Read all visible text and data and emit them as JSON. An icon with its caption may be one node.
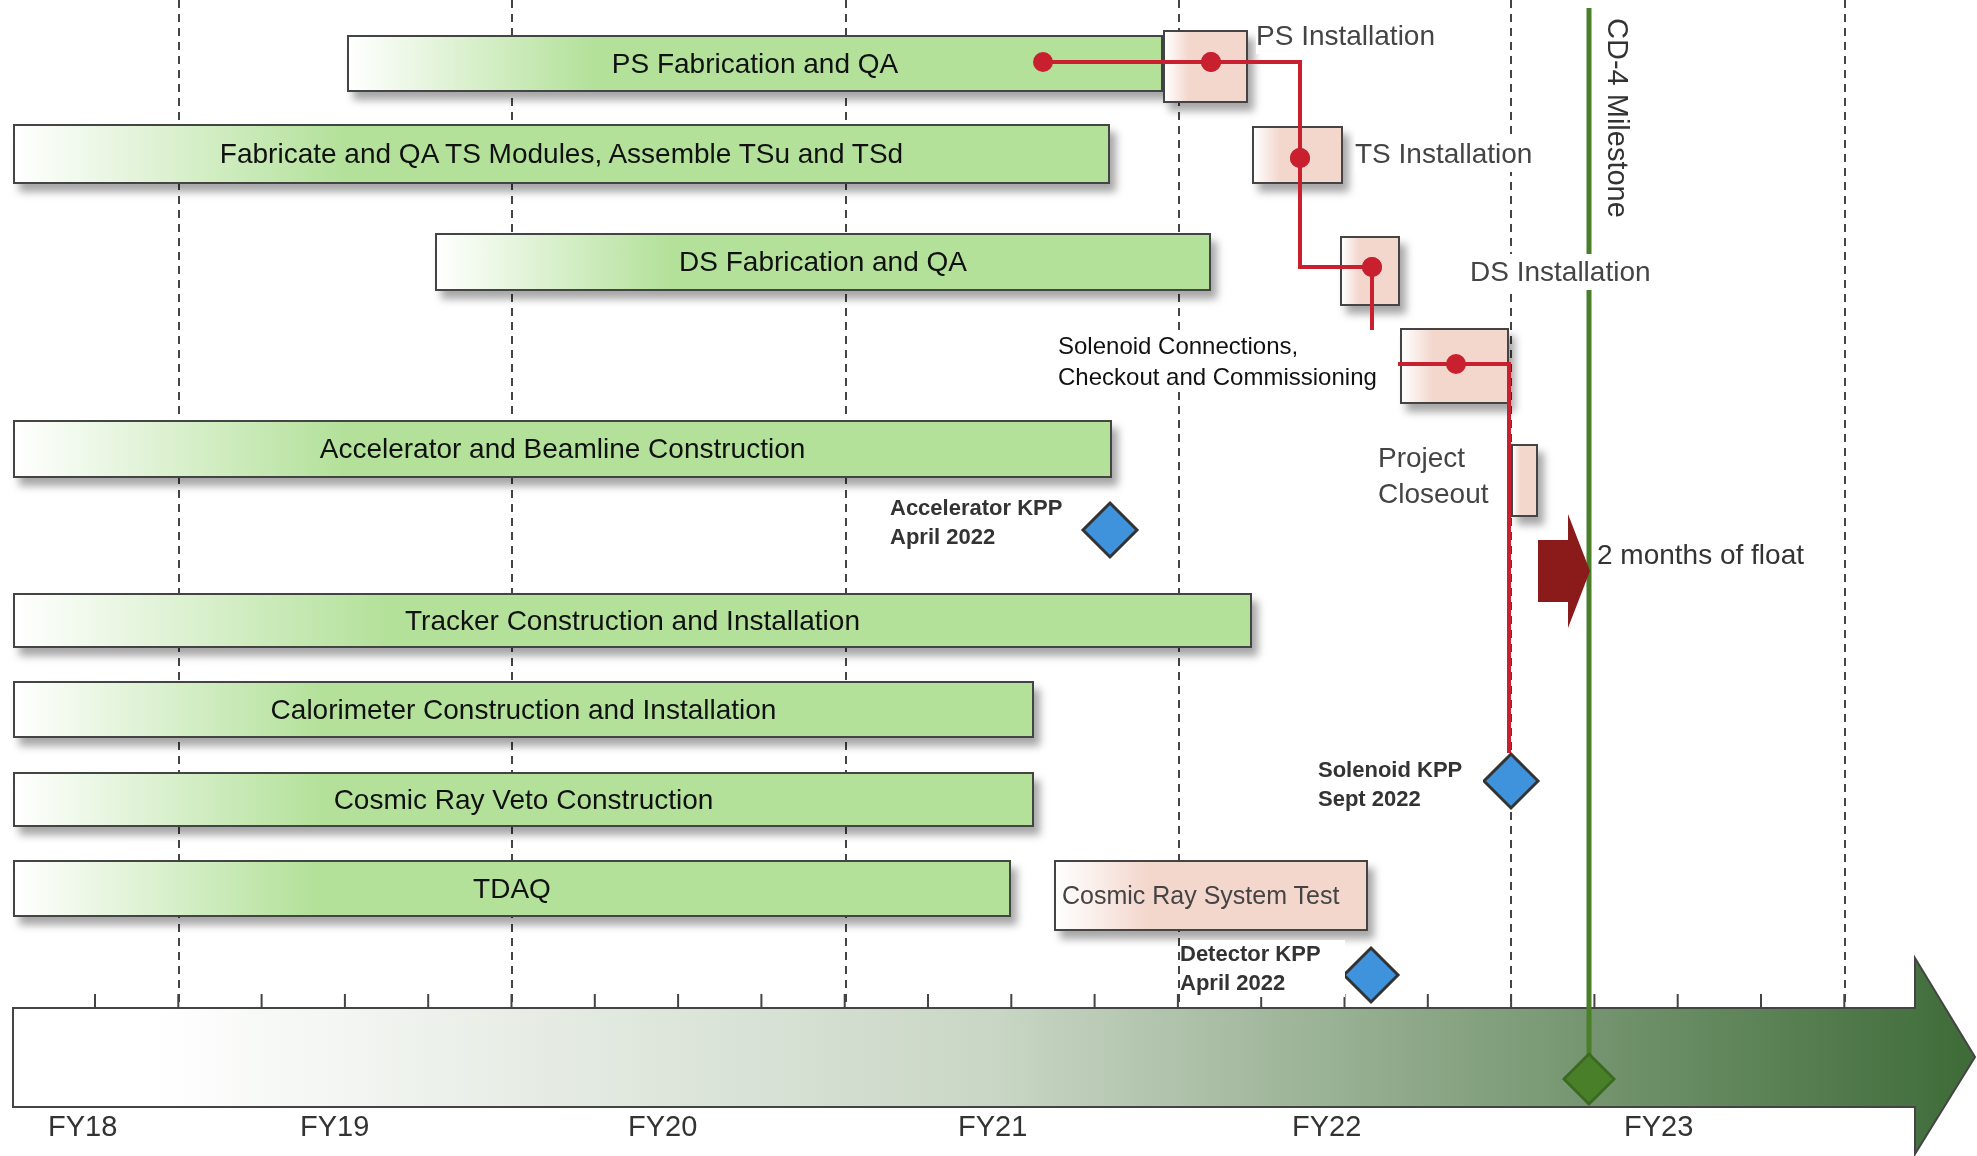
{
  "diagram": {
    "nodes": [
      {
        "text": [
          "PS Fabrication and QA"
        ]
      },
      {
        "text": [],
        "shape": "box",
        "beside": [
          "PS Installation"
        ]
      },
      {
        "text": [
          "Fabricate and QA TS Modules, Assemble TSu and TSd"
        ]
      },
      {
        "text": [],
        "shape": "box",
        "beside": [
          "TS Installation"
        ]
      },
      {
        "text": [
          "DS Fabrication and QA"
        ]
      },
      {
        "text": [],
        "shape": "box",
        "beside": [
          "DS Installation"
        ]
      },
      {
        "text": [],
        "shape": "box",
        "beside": [
          "Solenoid Connections, Checkout and Commissioning"
        ]
      },
      {
        "text": [],
        "shape": "box",
        "beside": [
          "Project Closeout"
        ]
      },
      {
        "text": [
          "Accelerator and Beamline Construction"
        ]
      },
      {
        "text": [],
        "shape": "diamond",
        "beside": [
          "Accelerator KPP April 2022"
        ]
      },
      {
        "text": [
          "Tracker Construction and Installation"
        ]
      },
      {
        "text": [
          "Calorimeter Construction and Installation"
        ]
      },
      {
        "text": [
          "Cosmic Ray Veto Construction"
        ]
      },
      {
        "text": [
          "TDAQ"
        ]
      },
      {
        "text": [
          "Cosmic Ray System Test"
        ]
      },
      {
        "text": [],
        "shape": "diamond",
        "beside": [
          "Detector KPP April 2022"
        ]
      },
      {
        "text": [],
        "shape": "diamond",
        "beside": [
          "Solenoid KPP Sept 2022"
        ]
      },
      {
        "text": [],
        "shape": "diamond"
      }
    ],
    "edges": [
      {
        "from": 0,
        "to": 1,
        "arrow": "other"
      },
      {
        "from": 1,
        "to": 3,
        "arrow": "other"
      },
      {
        "from": 3,
        "to": 5,
        "arrow": "other"
      },
      {
        "from": 5,
        "to": 6,
        "arrow": "other"
      },
      {
        "from": 6,
        "to": 16,
        "arrow": "none"
      }
    ],
    "labels": [
      "CD-4 Milestone",
      "2 months of float",
      "FY18",
      "FY19",
      "FY20",
      "FY21",
      "FY22",
      "FY23"
    ]
  }
}
